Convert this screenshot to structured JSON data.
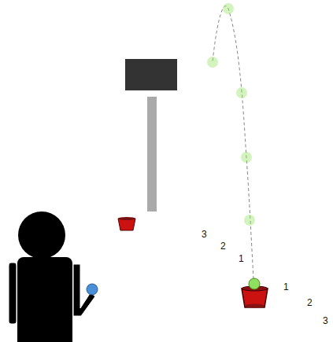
{
  "diagram": {
    "labels": [
      "3",
      "2",
      "1",
      "1",
      "2",
      "3"
    ]
  }
}
